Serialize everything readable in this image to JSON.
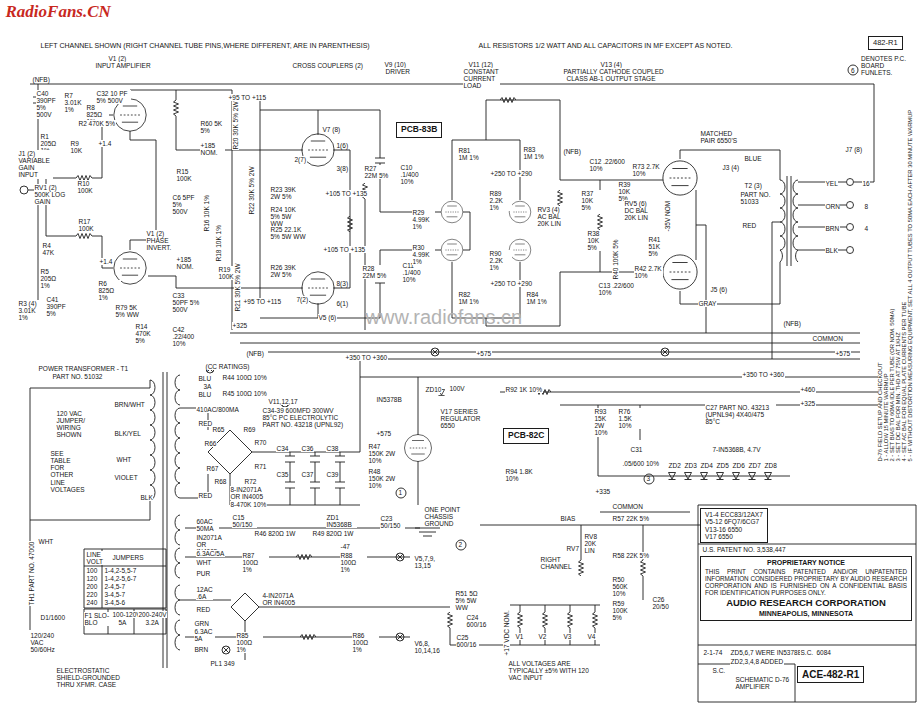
{
  "diagram": {
    "nodes": [
      {
        "text": [
          "482-R1"
        ]
      },
      {
        "text": [
          "PCB-83B"
        ]
      },
      {
        "text": [
          "PCB-82C"
        ]
      },
      {
        "text": [
          "V1-4 ECC83/12AX7",
          "V5-12 6FQ7/6CG7",
          "V13-16 6550",
          "V17 6550"
        ]
      },
      {
        "text": [
          "PROPRIETARY NOTICE",
          "THIS PRINT CONTAINS PATENTED AND/OR UNPATENTED INFORMATION CONSIDERED PROPRIETARY BY AUDIO RESEARCH CORPORATION AND IS FURNISHED ON A CONFIDENTIAL BASIS FOR IDENTIFICATION PURPOSES ONLY.",
          "AUDIO RESEARCH CORPORATION",
          "MINNEAPOLIS, MINNESOTA"
        ]
      },
      {
        "text": [
          "ACE-482-R1"
        ]
      }
    ],
    "labels": [
      "RadioFans.CN",
      "LEFT CHANNEL SHOWN (RIGHT CHANNEL TUBE PINS,WHERE DIFFERENT, ARE IN PARENTHESIS)",
      "ALL RESISTORS 1/2 WATT AND ALL CAPACITORS IN MF EXCEPT AS NOTED.",
      "6",
      "V1 (2)",
      "INPUT AMPLIFIER",
      "CROSS COUPLERS (2)",
      "V9 (10)",
      "DRIVER",
      "V11 (12)",
      "CONSTANT CURRENT LOAD",
      "V13 (4)",
      "PARTIALLY CATHODE COUPLED",
      "CLASS AB-1 OUTPUT STAGE",
      "(NFB)",
      "C40 390PF 5% 500V",
      "R7 3.01K 1%",
      "C32 10 PF 5% 500V",
      "R8 825Ω 1%",
      "+95 TO +115",
      "R60 5K 5%",
      "+185 NOM.",
      "R20 30K 5% 2W",
      "R22 30K 5% 2W",
      "R2 470K 5%",
      "R1 205Ω 1%",
      "R9 10K",
      "+1.4",
      "J1 (2) VARIABLE GAIN INPUT",
      "R10 100K",
      "R15 100K",
      "C6 5PF 5% 500V",
      "R16 10K 1%",
      "R17 100K",
      "V1 (2) PHASE INVERT.",
      "RV1 (2) 500K LOG GAIN",
      "R18 10K 1%",
      "R4 47K",
      "+1.4",
      "+185 NOM.",
      "R19 100K",
      "R5 205Ω 1%",
      "R6 825Ω 1%",
      "R21 30K 5% 2W",
      "+95 TO +115",
      "R79 5K 5% WW",
      "C33 50PF 5% 500V",
      "C41 390PF 5%",
      "R3 (4) 3.01K 1%",
      "R14 470K 5%",
      "C42 .22/400 10%",
      "+325",
      "(NFB)",
      "V7 (8)",
      "2(7)",
      "1(6)",
      "3(8)",
      "R23 39K 2W 5%",
      "R24 10K 5% 5W WW",
      "R25 22.1K 5% 5W WW",
      "R26 39K 2W 5%",
      "+105 TO +135",
      "+105 TO +135",
      "V5 (6)",
      "7(2)",
      "6(1)",
      "8(3)",
      "R27 22M 5%",
      "R28 22M 5%",
      "C10 .1/400 10%",
      "C11 .1/400 10%",
      "R29 4.99K 1%",
      "R30 4.99K 1%",
      "R81 1M 1%",
      "R82 1M 1%",
      "R83 1M 1%",
      "R84 1M 1%",
      "+250 TO +290",
      "+250 TO +290",
      "R89 2.2K 1%",
      "R90 2.2K 1%",
      "RV3 (4) AC BAL 20K LIN",
      "C12 .22/600 10%",
      "(NFB)",
      "R73 2.7K 10%",
      "R39 10K 5%",
      "R37 10K 5%",
      "R38 10K 5%",
      "RV5 (6) DC BAL 20K LIN",
      "R41 51K 5%",
      "-35V NOM",
      "R40 100K 5%",
      "C13 .22/600 10%",
      "R42 2.7K 10%",
      "MATCHED PAIR 6550'S",
      "BLUE",
      "J3 (4)",
      "T2 (3)",
      "PART NO. 51033",
      "RED",
      "J5 (6)",
      "GRAY",
      "(NFB)",
      "COMMON",
      "+575",
      "J7 (8)",
      "YEL",
      "ORN",
      "BRN",
      "BLK",
      "16",
      "8",
      "4",
      "D-76 FIELD SETUP AND CHECKOUT",
      "1 - ALLOW 15 MINUTE WARMUP",
      "2 - SET BIAS TO 60MA IDLE PER TUBE (OR NOM. 50MA)",
      "3 - SET DC BAL FOR MIN. THD AT 75W AT 1KHZ",
      "4 - SET AC BAL FOR EQUAL PLATE CURRENTS PER TUBE",
      "5 - IF WITHOUT DISTORTION MEASURING EQUIPMENT, SET ALL 4 OUTPUT TUBES TO 50MA EACH AFTER 30 MINUTE WARMUP",
      "POWER TRANSFORMER - T1",
      "PART NO. 51032",
      "(CC RATINGS)",
      "BLU",
      "3A",
      "BLU",
      "R44 100Ω 10%",
      "R45 100Ω 10%",
      "V11,12,17",
      "BRN/WHT",
      "120 VAC JUMPER/ WIRING SHOWN",
      "BLK/YEL",
      "SEE TABLE FOR OTHER LINE VOLTAGES",
      "WHT",
      "VIOLET",
      "BLK",
      "410AC/800MA",
      "RED",
      "R65",
      "R69",
      "R70",
      "R66",
      "R67",
      "R71",
      "R68",
      "R72",
      "C34-39 600MFD 300WV",
      "85°C PC ELECTROLYTIC",
      "PART NO. 43218 (UPNL92)",
      "C34",
      "C36",
      "C38",
      "C35",
      "C37",
      "C39",
      "8-IN2071A OR IN4005",
      "8-470K 10%",
      "RED",
      "+350 TO +360",
      "+575",
      "IN5378B",
      "ZD10",
      "100V",
      "R92 1K 10%",
      "V17 SERIES REGULATOR 6550",
      "+575",
      "R47 150K 2W 10%",
      "R48 150K 2W 10%",
      "+350 TO +360",
      "+460",
      "+325",
      "R93 15K 2W 10%",
      "R76 1.5K 10%",
      "C27 PART NO. 43213 (UPNL94) 4X40/475 85°C",
      "C31",
      ".05/600 10%",
      "7-IN5368B, 4.7V",
      "ZD2",
      "ZD3",
      "ZD4",
      "ZD5",
      "ZD6",
      "ZD7",
      "ZD8",
      "R94 1.8K 10%",
      "+335",
      "COMMON",
      "BIAS",
      "R57 22K 5%",
      "RV7",
      "RV8 20K LIN",
      "R58 22K 5%",
      "RIGHT CHANNEL",
      "60AC 50MA",
      "C15 50/150",
      "ZD1 IN5368B",
      "C23 50/150",
      "ONE POINT CHASSIS GROUND",
      "IN2071A OR IN4005",
      "R46 820Ω 1W",
      "R49 820Ω 1W",
      "-47",
      "6.3AC/5A",
      "WHT",
      "PUR",
      "R87 100Ω 1%",
      "R88 100Ω 1%",
      "V5,7,9, 13,15",
      "12AC .6A",
      "RED",
      "4-IN2071A OR IN4005",
      "GRN",
      "6.3AC 5A",
      "BRN",
      "PL1 349",
      "R85 100Ω 1%",
      "R86 100Ω 1%",
      "V6,8, 10,14,16",
      "R51 5Ω 5% 5W WW",
      "C24 600/16",
      "C25 600/16",
      "+17 VDC NOM.",
      "V1",
      "V2",
      "V3",
      "V4",
      "R59 100K 5%",
      "R50 560K 10%",
      "C26 20/50",
      "ALL VOLTAGES ARE TYPICALLY ±5% WITH 120 VAC INPUT",
      "U.S. PATENT NO. 3,538,447",
      "2-1-74",
      "ZD5,6,7 WERE IN5378B",
      "ZD2,3,4,8 ADDED",
      "S.C.",
      "6084",
      "S.C.",
      "SCHEMATIC D-76 AMPLIFIER",
      "LINE VOLT",
      "JUMPERS",
      "100",
      "1-4,2-5,5-7",
      "120",
      "1-4,2-5,6-7",
      "200",
      "2-4,5-7",
      "220",
      "3-4,5-7",
      "240",
      "3-4,5-6",
      "F1 SLO-BLO",
      "100-120V",
      "5A",
      "200-240V",
      "3.2A",
      "WHT",
      "TH1 PART NO. 47000",
      "D1/1600",
      "120/240 VAC 50/60Hz",
      "ELECTROSTATIC SHIELD-GROUNDED THRU XFMR. CASE",
      "1",
      "2",
      "3",
      "www.radiofans.cn"
    ],
    "legend": [
      {
        "text": "DENOTES P.C. BOARD FUNLETS."
      }
    ]
  }
}
